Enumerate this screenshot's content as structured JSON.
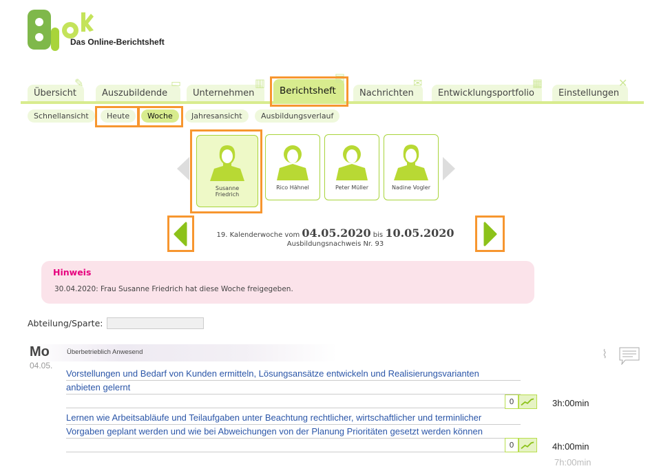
{
  "brand": {
    "logo_text": "BLoK",
    "tagline": "Das Online-Berichtsheft",
    "accent": "#a8d43a",
    "highlight": "#f7962f"
  },
  "tabs": [
    {
      "label": "Übersicht",
      "icon": "notepad-icon"
    },
    {
      "label": "Auszubildende",
      "icon": "folder-photos-icon"
    },
    {
      "label": "Unternehmen",
      "icon": "factory-icon"
    },
    {
      "label": "Berichtsheft",
      "icon": "book-icon",
      "active": true
    },
    {
      "label": "Nachrichten",
      "icon": "mail-icon"
    },
    {
      "label": "Entwicklungsportfolio",
      "icon": "chart-icon"
    },
    {
      "label": "Einstellungen",
      "icon": "tools-icon"
    }
  ],
  "subtabs": [
    {
      "label": "Schnellansicht"
    },
    {
      "label": "Heute"
    },
    {
      "label": "Woche",
      "active": true
    },
    {
      "label": "Jahresansicht"
    },
    {
      "label": "Ausbildungsverlauf"
    }
  ],
  "trainees": [
    {
      "name": "Susanne Friedrich",
      "active": true
    },
    {
      "name": "Rico Hähnel"
    },
    {
      "name": "Peter Müller"
    },
    {
      "name": "Nadine Vogler"
    }
  ],
  "week": {
    "prefix": "19. Kalenderwoche vom",
    "from": "04.05.2020",
    "mid": "bis",
    "to": "10.05.2020",
    "nachweis": "Ausbildungsnachweis Nr. 93"
  },
  "hinweis": {
    "title": "Hinweis",
    "message": "30.04.2020: Frau Susanne Friedrich hat diese Woche freigegeben."
  },
  "abteilung": {
    "label": "Abteilung/Sparte:",
    "value": ""
  },
  "day": {
    "name": "Mo",
    "date": "04.05.",
    "status": "Überbetrieblich Anwesend",
    "total": "7h:00min",
    "entries": [
      {
        "lines": [
          "Vorstellungen und Bedarf von Kunden ermitteln, Lösungsansätze entwickeln und Realisierungsvarianten",
          "anbieten gelernt",
          ""
        ],
        "count": "0",
        "time": "3h:00min"
      },
      {
        "lines": [
          "Lernen wie Arbeitsabläufe und Teilaufgaben unter Beachtung rechtlicher, wirtschaftlicher und terminlicher",
          "Vorgaben geplant werden und wie bei Abweichungen von der Planung Prioritäten gesetzt werden können",
          ""
        ],
        "count": "0",
        "time": "4h:00min"
      }
    ]
  }
}
